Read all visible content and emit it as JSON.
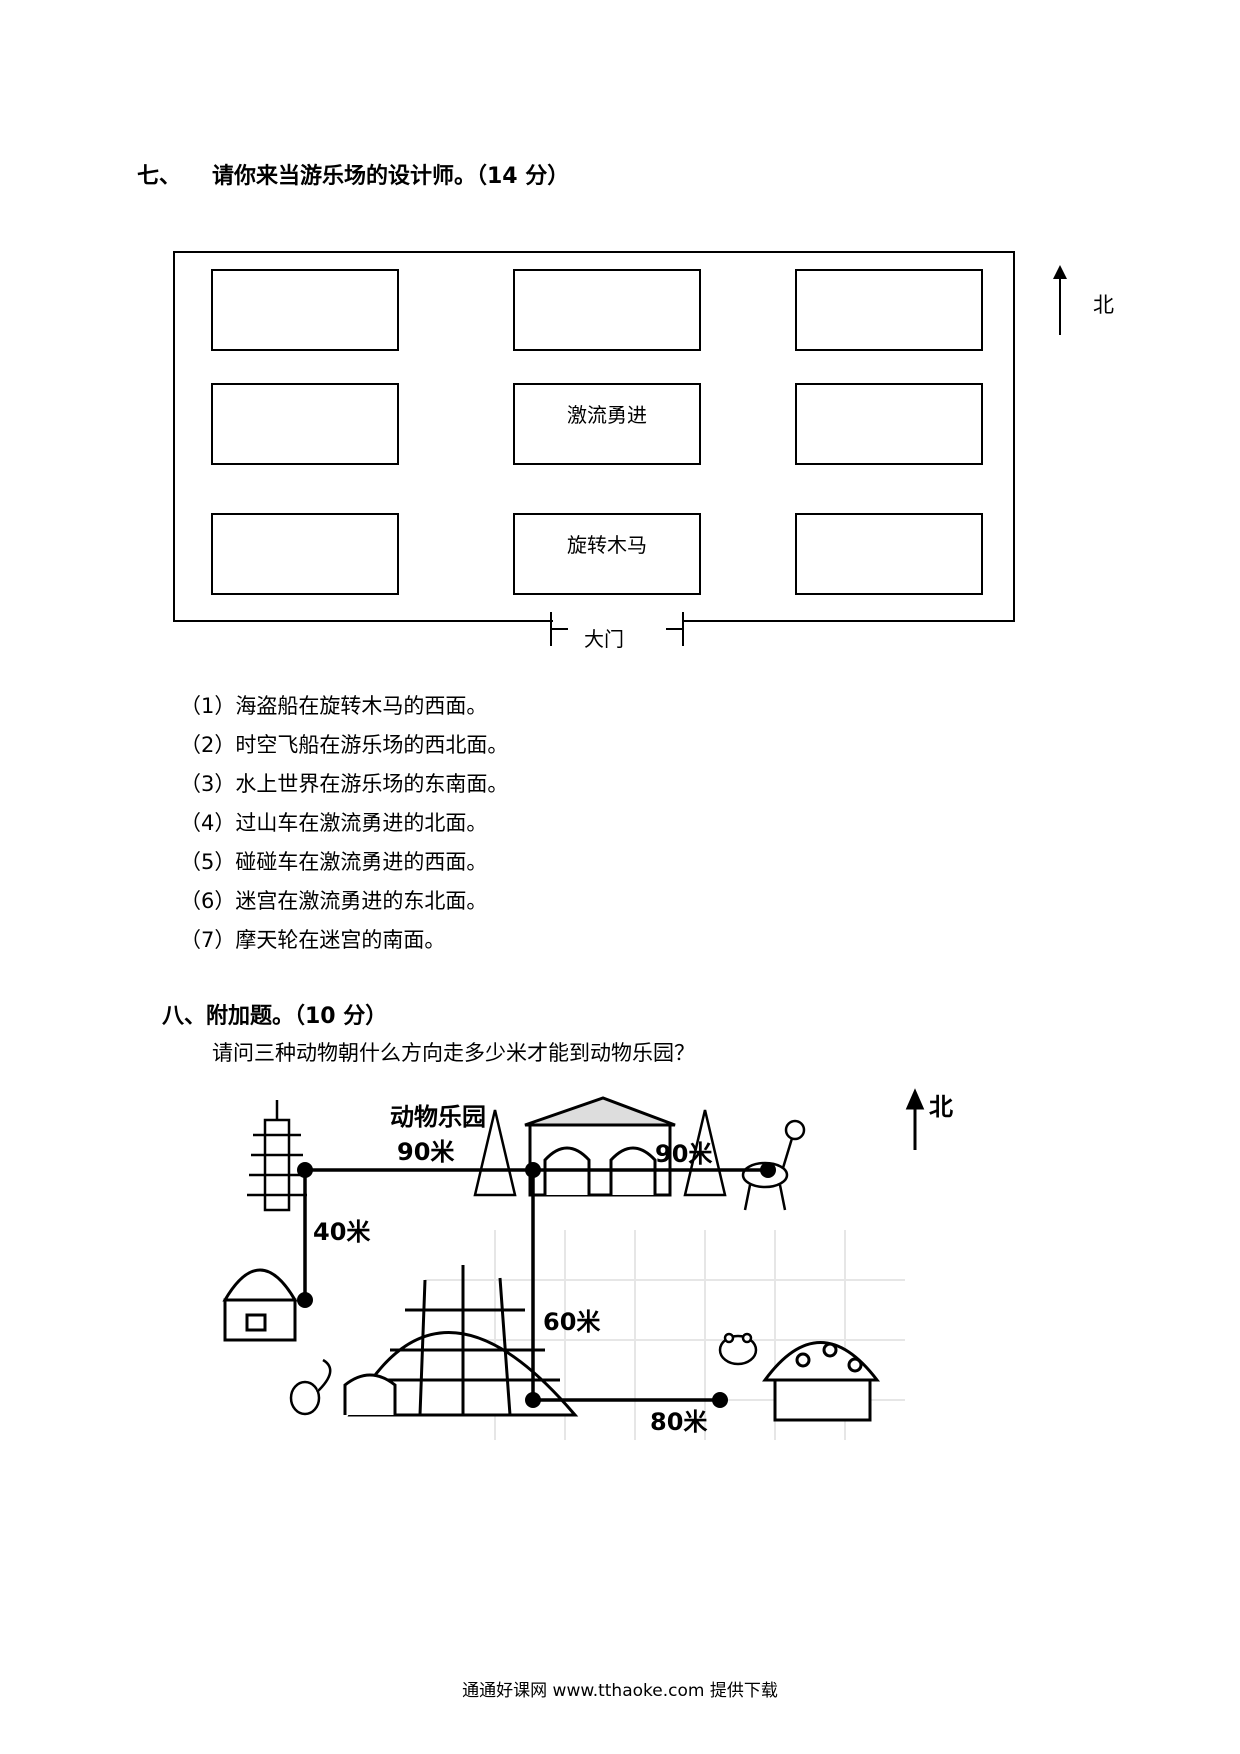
{
  "q7": {
    "number": "七、",
    "title": "请你来当游乐场的设计师。（14 分）",
    "north_label": "北",
    "gate_label": "大门",
    "grid": [
      [
        "",
        "",
        ""
      ],
      [
        "",
        "激流勇进",
        ""
      ],
      [
        "",
        "旋转木马",
        ""
      ]
    ],
    "clues": [
      "（1）海盗船在旋转木马的西面。",
      "（2）时空飞船在游乐场的西北面。",
      "（3）水上世界在游乐场的东南面。",
      "（4）过山车在激流勇进的北面。",
      "（5）碰碰车在激流勇进的西面。",
      "（6）迷宫在激流勇进的东北面。",
      "（7）摩天轮在迷宫的南面。"
    ]
  },
  "q8": {
    "title": "八、附加题。（10 分）",
    "question": "请问三种动物朝什么方向走多少米才能到动物乐园？",
    "map": {
      "zoo_label": "动物乐园",
      "north_label": "北",
      "distances": [
        "90米",
        "90米",
        "40米",
        "60米",
        "80米"
      ]
    }
  },
  "footer": "通通好课网  www.tthaoke.com  提供下载"
}
